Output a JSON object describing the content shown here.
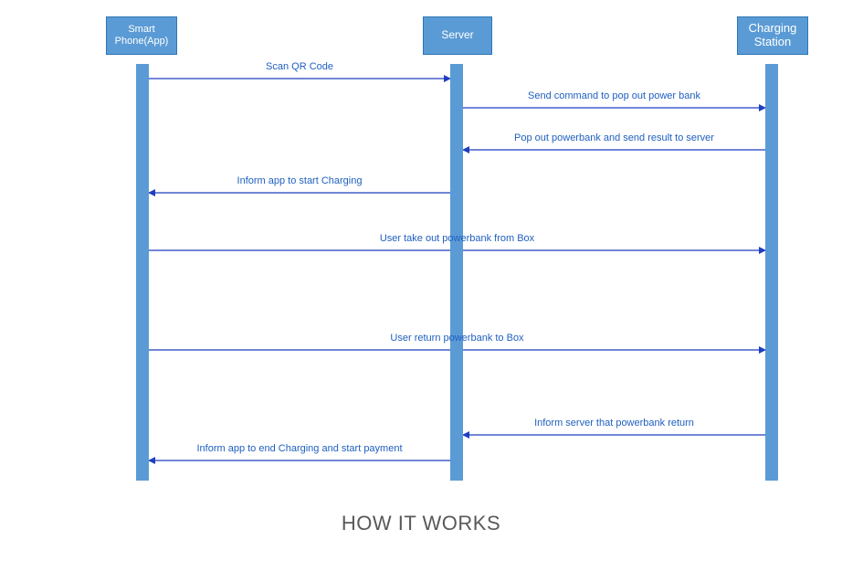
{
  "actors": [
    {
      "id": "app",
      "label": "Smart\nPhone(App)"
    },
    {
      "id": "server",
      "label": "Server"
    },
    {
      "id": "station",
      "label": "Charging\nStation"
    }
  ],
  "messages": [
    {
      "from": "app",
      "to": "server",
      "label": "Scan QR Code"
    },
    {
      "from": "server",
      "to": "station",
      "label": "Send command to  pop out power bank"
    },
    {
      "from": "station",
      "to": "server",
      "label": "Pop out  powerbank and send result to server"
    },
    {
      "from": "server",
      "to": "app",
      "label": "Inform app to start Charging"
    },
    {
      "from": "app",
      "to": "station",
      "label": "User take out powerbank from Box"
    },
    {
      "from": "app",
      "to": "station",
      "label": "User return powerbank to Box"
    },
    {
      "from": "station",
      "to": "server",
      "label": "Inform server that powerbank return"
    },
    {
      "from": "server",
      "to": "app",
      "label": "Inform app to end Charging and start payment"
    }
  ],
  "footer": "HOW  IT WORKS",
  "colors": {
    "lifeline": "#5b9bd5",
    "arrow": "#1f3fbf",
    "label": "#2060c0"
  }
}
